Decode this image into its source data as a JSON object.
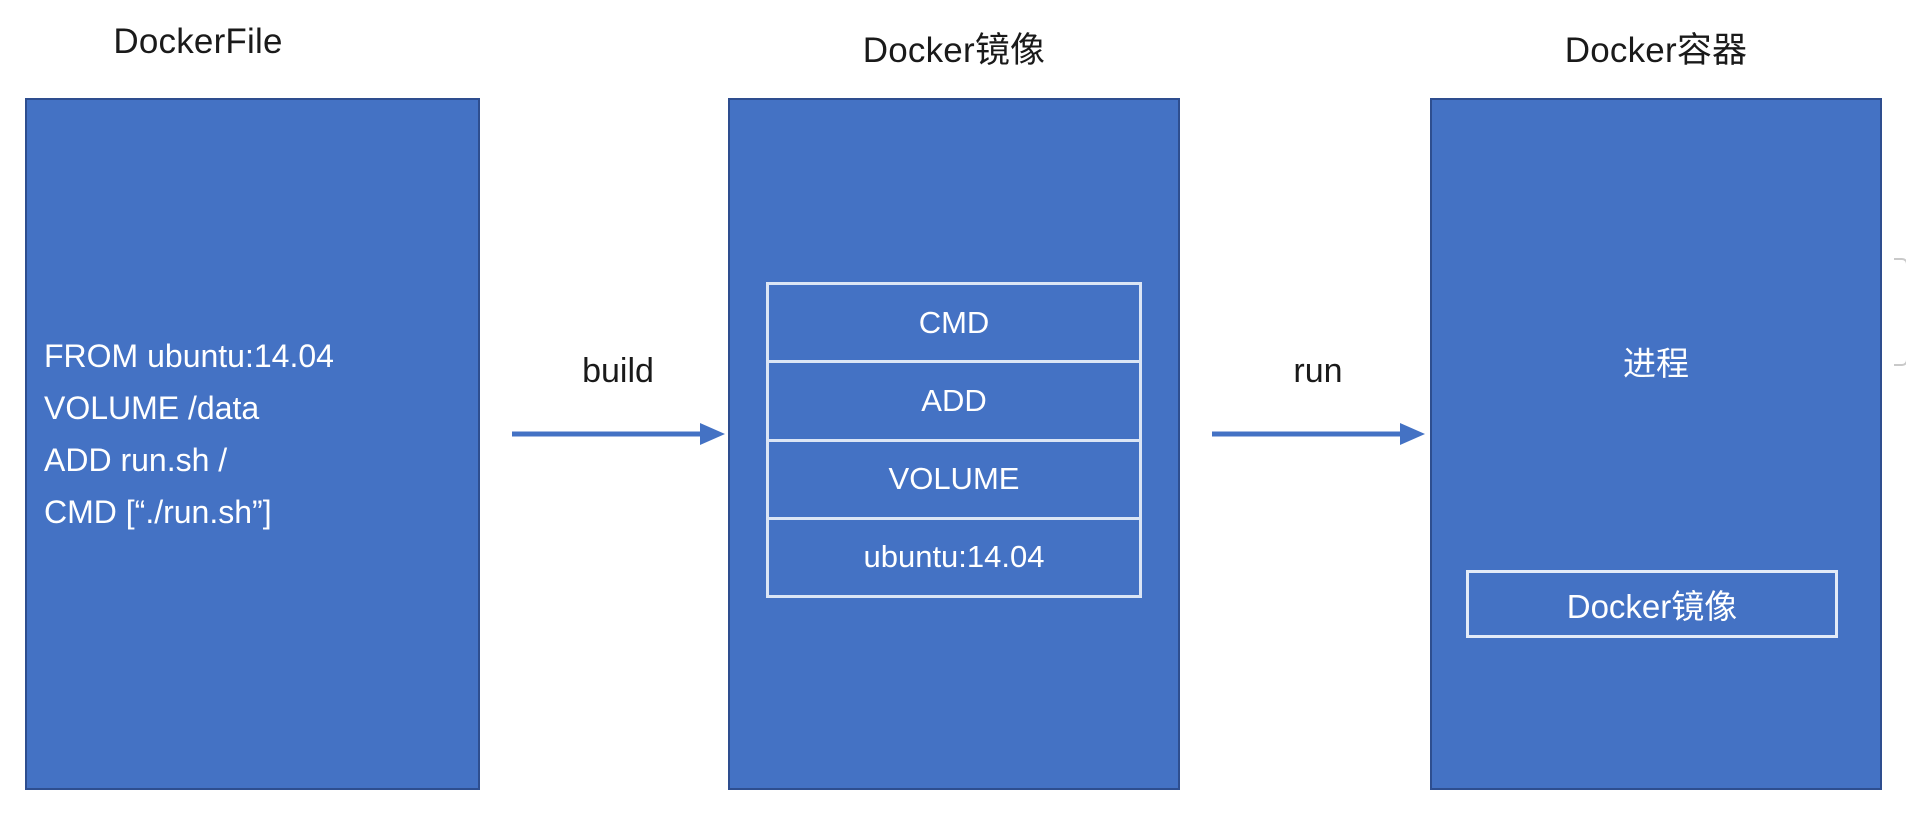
{
  "diagram": {
    "title_row": [
      {
        "id": "dockerfile",
        "label": "DockerFile"
      },
      {
        "id": "docker-image",
        "label": "Docker镜像"
      },
      {
        "id": "docker-container",
        "label": "Docker容器"
      }
    ],
    "colors": {
      "panel_fill": "#4472C4",
      "panel_border": "#2E4E8F",
      "layer_border": "#DBE5F5",
      "arrow": "#4472C4",
      "text_on_panel": "#FFFFFF",
      "text_label": "#1A1A1A",
      "background": "#FFFFFF"
    },
    "dockerfile_panel": {
      "name": "dockerfile-panel",
      "code_lines": [
        "FROM ubuntu:14.04",
        "VOLUME /data",
        "ADD run.sh /",
        "CMD [“./run.sh”]"
      ]
    },
    "arrows": [
      {
        "id": "build",
        "label": "build"
      },
      {
        "id": "run",
        "label": "run"
      }
    ],
    "image_panel": {
      "name": "docker-image-panel",
      "layers": [
        "CMD",
        "ADD",
        "VOLUME",
        "ubuntu:14.04"
      ]
    },
    "container_panel": {
      "name": "docker-container-panel",
      "process_label": "进程",
      "inner_box_label": "Docker镜像"
    }
  }
}
